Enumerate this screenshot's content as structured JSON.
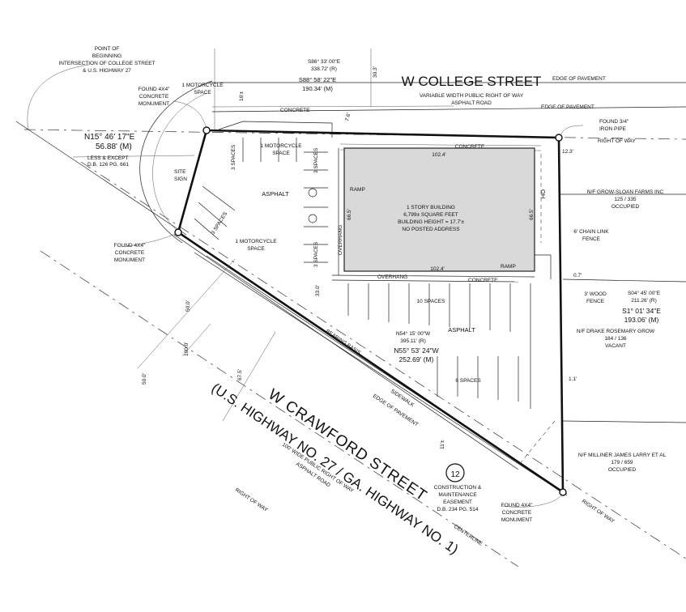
{
  "streets": {
    "college": "W COLLEGE STREET",
    "college_sub1": "VARIABLE WIDTH PUBLIC RIGHT OF WAY",
    "college_sub2": "ASPHALT ROAD",
    "crawford": "W CRAWFORD STREET",
    "crawford_hwy": "(U.S. HIGHWAY NO. 27 / GA. HIGHWAY NO. 1)",
    "crawford_sub1": "100' WIDE PUBLIC RIGHT OF WAY",
    "crawford_sub2": "ASPHALT ROAD"
  },
  "labels": {
    "edge_pavement": "EDGE OF PAVEMENT",
    "right_of_way": "RIGHT OF WAY",
    "sidewalk": "SIDEWALK",
    "centerline": "CENTERLINE",
    "bearing_basis": "BEARING BASIS",
    "concrete": "CONCRETE",
    "asphalt": "ASPHALT",
    "overhang": "OVERHANG",
    "ramp": "RAMP",
    "oh": "OH",
    "site_sign_1": "SITE",
    "site_sign_2": "SIGN",
    "motorcycle_1": "1 MOTORCYCLE",
    "motorcycle_space": "SPACE",
    "spaces_3": "3 SPACES",
    "spaces_10": "10 SPACES",
    "spaces_6": "6 SPACES",
    "chain_fence_1": "6' CHAIN LINK",
    "chain_fence_2": "FENCE",
    "wood_fence_1": "3' WOOD",
    "wood_fence_2": "FENCE"
  },
  "pob": [
    "POINT OF",
    "BEGINNING",
    "INTERSECTION OF COLLEGE STREET",
    "& U.S. HIGHWAY 27"
  ],
  "monuments": {
    "found_4x4": [
      "FOUND 4X4\"",
      "CONCRETE",
      "MONUMENT"
    ],
    "found_pipe": [
      "FOUND 3/4\"",
      "IRON PIPE"
    ],
    "found_4x4_b": [
      "FOUND 4X4\"",
      "CONCRETE",
      "MONUMENT"
    ],
    "found_4x4_c": [
      "FOUND 4X4\"",
      "CONCRETE",
      "MONUMENT"
    ]
  },
  "less_except": [
    "LESS & EXCEPT",
    "D.B. 126 PG. 661"
  ],
  "bearings": {
    "north_rec1": "S86° 33' 00\"E",
    "north_rec2": "338.72' (R)",
    "north_meas1": "S88° 58' 22\"E",
    "north_meas2": "190.34' (M)",
    "west_meas1": "N15° 46' 17\"E",
    "west_meas2": "56.88' (M)",
    "east_rec1": "S04° 45' 00\"E",
    "east_rec2": "211.26' (R)",
    "east_meas1": "S1° 01' 34\"E",
    "east_meas2": "193.06' (M)",
    "south_rec1": "N54° 15' 00\"W",
    "south_rec2": "395.11' (R)",
    "south_meas1": "N55° 53' 24\"W",
    "south_meas2": "252.69' (M)"
  },
  "building": {
    "line1": "1 STORY BUILDING",
    "line2": "6,799± SQUARE FEET",
    "line3": "BUILDING HEIGHT = 17.7'±",
    "line4": "NO POSTED ADDRESS",
    "dim_top": "102.4'",
    "dim_bottom": "102.4'",
    "dim_left": "66.5'",
    "dim_right": "66.5'"
  },
  "dims": {
    "d30_3": "30.3'",
    "d16": "16'±",
    "d7_6": "7.6'",
    "d12_3": "12.3'",
    "d0_7": "0.7'",
    "d1_1": "1.1'",
    "d50": "50.0'",
    "d100": "100.0'",
    "d50b": "50.0'",
    "d67_5": "67.5'",
    "d33": "33.0'",
    "d11": "11'±"
  },
  "neighbors": {
    "grow_sloan": [
      "N/F GROW-SLOAN FARMS INC",
      "125 / 335",
      "OCCUPIED"
    ],
    "drake": [
      "N/F DRAKE ROSEMARY GROW",
      "184 / 136",
      "VACANT"
    ],
    "milliner": [
      "N/F MILLINER JAMES LARRY ET AL",
      "179 / 659",
      "OCCUPIED"
    ]
  },
  "easement": {
    "number": "12",
    "line1": "CONSTRUCTION &",
    "line2": "MAINTENANCE",
    "line3": "EASEMENT",
    "line4": "D.B. 234 PG. 514"
  }
}
